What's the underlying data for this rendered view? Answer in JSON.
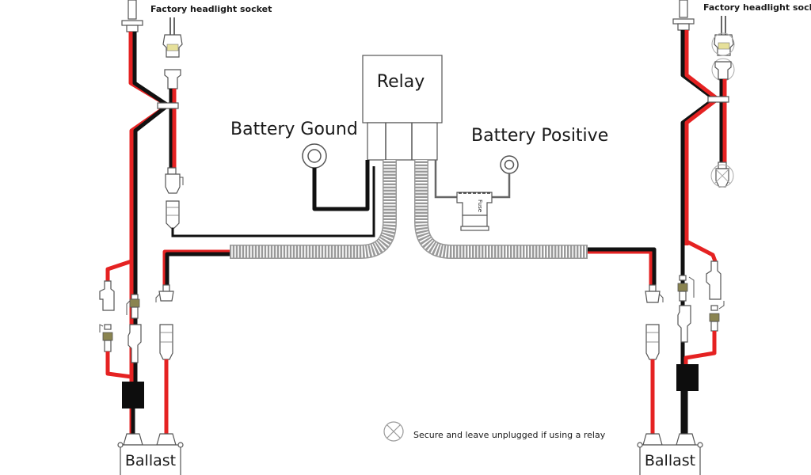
{
  "title": "HID relay wiring harness diagram",
  "labels": {
    "relay": "Relay",
    "battery_ground": "Battery Gound",
    "battery_positive": "Battery Positive",
    "fuse": "Fuse",
    "factory_socket_left": "Factory headlight socket",
    "factory_socket_right": "Factory headlight socket",
    "ballast_left": "Ballast",
    "ballast_right": "Ballast",
    "note": "Secure and leave unplugged if using a relay"
  },
  "legend": {
    "icon": "crossed-circle-icon",
    "meaning": "Secure and leave unplugged if using a relay"
  },
  "colors": {
    "positive_wire": "#e52222",
    "ground_wire": "#111111",
    "outline": "#555555",
    "crimp": "#8a8450"
  }
}
